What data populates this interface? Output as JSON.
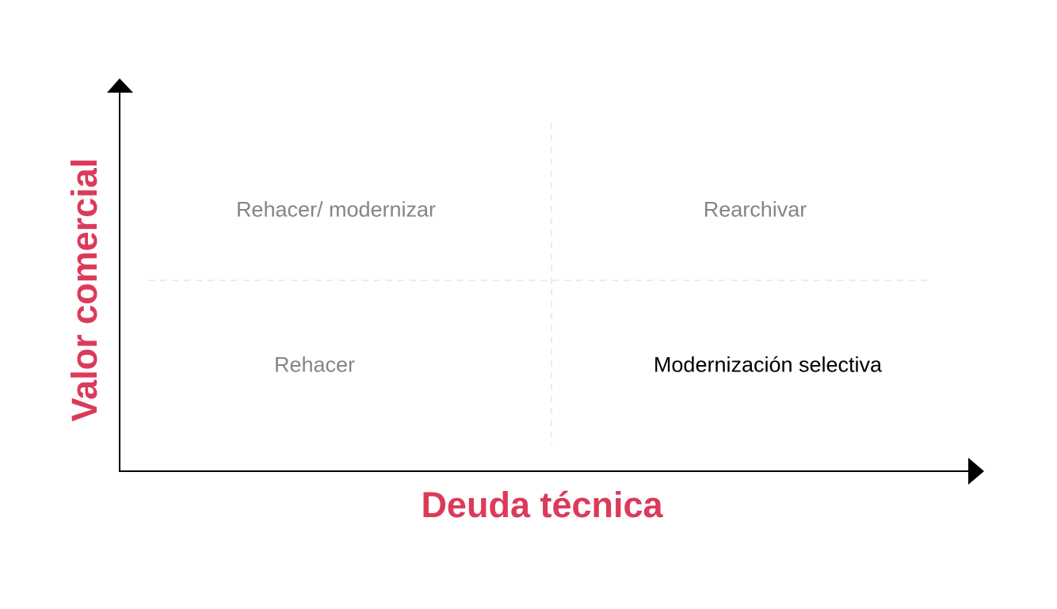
{
  "axes": {
    "x_label": "Deuda técnica",
    "y_label": "Valor comercial",
    "label_color": "#dc3a5a"
  },
  "quadrants": {
    "top_left": "Rehacer/ modernizar",
    "top_right": "Rearchivar",
    "bottom_left": "Rehacer",
    "bottom_right": "Modernización selectiva"
  }
}
